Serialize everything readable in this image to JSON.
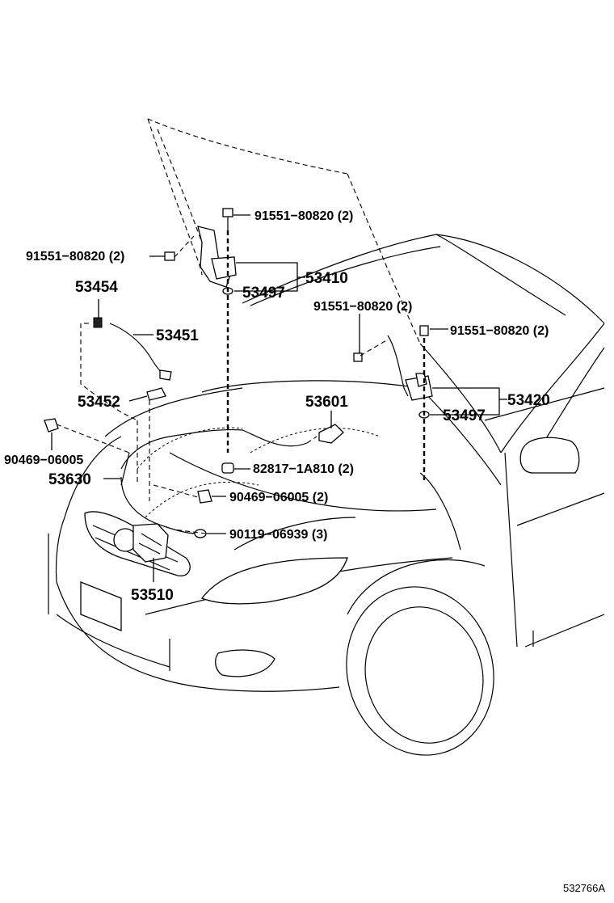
{
  "labels": {
    "p91551_top": "91551−80820 (2)",
    "p91551_left": "91551−80820 (2)",
    "p91551_mid": "91551−80820 (2)",
    "p91551_right": "91551−80820 (2)",
    "p53410": "53410",
    "p53497_left": "53497",
    "p53497_right": "53497",
    "p53420": "53420",
    "p53454": "53454",
    "p53451": "53451",
    "p53452": "53452",
    "p90469_left": "90469−06005",
    "p53630": "53630",
    "p53601": "53601",
    "p82817": "82817−1A810 (2)",
    "p90469_mid": "90469−06005 (2)",
    "p90119": "90119−06939 (3)",
    "p53510": "53510"
  },
  "figure_code": "532766A"
}
